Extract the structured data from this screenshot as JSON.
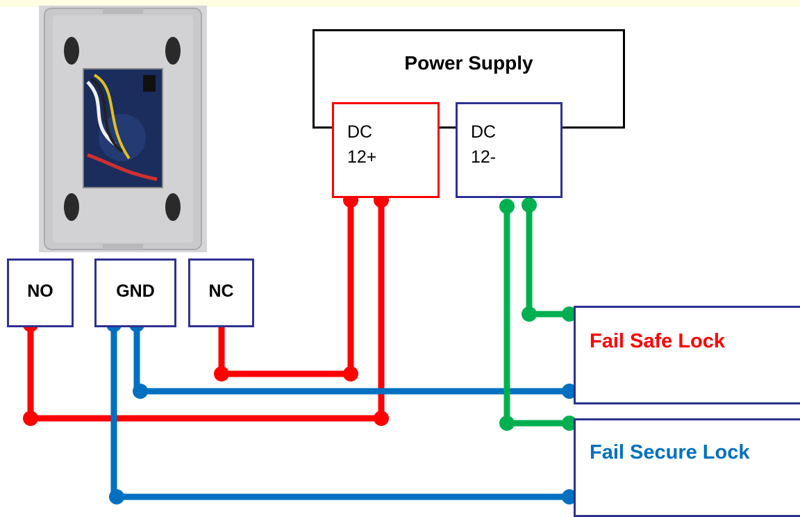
{
  "power_supply": {
    "title": "Power Supply"
  },
  "dc_positive": {
    "line1": "DC",
    "line2": "12+"
  },
  "dc_negative": {
    "line1": "DC",
    "line2": "12-"
  },
  "terminals": {
    "no": "NO",
    "gnd": "GND",
    "nc": "NC"
  },
  "locks": {
    "fail_safe": "Fail Safe Lock",
    "fail_secure": "Fail Secure Lock"
  },
  "colors": {
    "red_wire": "#ff0000",
    "blue_wire": "#0070c0",
    "green_wire": "#00b050",
    "terminal_border": "#2e3192"
  }
}
